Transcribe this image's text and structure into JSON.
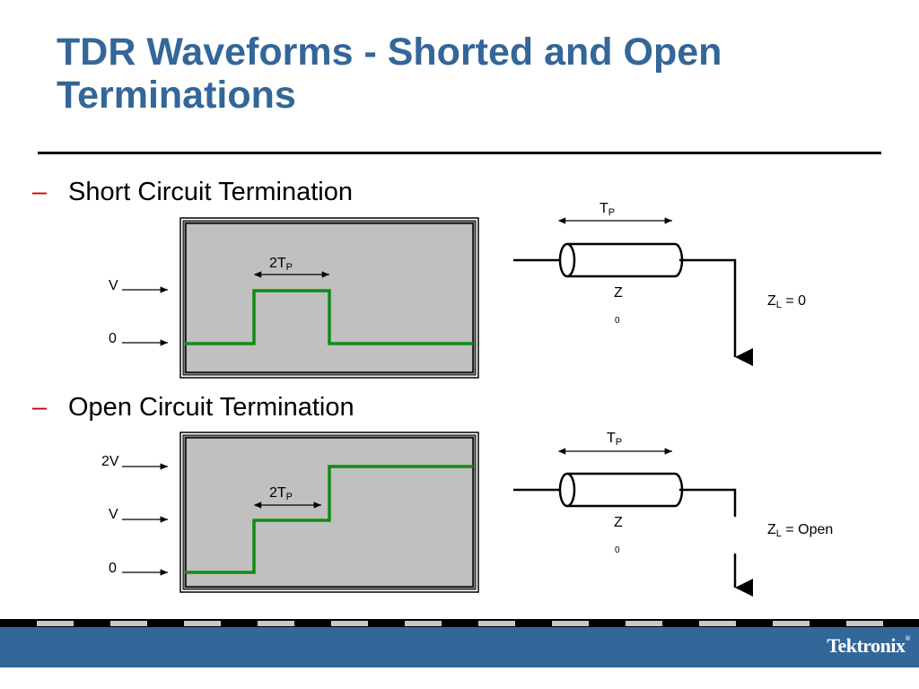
{
  "slide": {
    "title": "TDR Waveforms - Shorted and Open Terminations"
  },
  "short_section": {
    "bullet_dash": "–",
    "bullet_text": "Short Circuit Termination",
    "scope": {
      "level_labels": [
        "V",
        "0"
      ],
      "interval_main": "2T",
      "interval_sub": "P"
    },
    "line": {
      "delay_main": "T",
      "delay_sub": "P",
      "impedance_main": "Z",
      "impedance_sub": "0",
      "load_main": "Z",
      "load_sub": "L",
      "load_value": " = 0"
    }
  },
  "open_section": {
    "bullet_dash": "–",
    "bullet_text": "Open Circuit Termination",
    "scope": {
      "level_labels": [
        "2V",
        "V",
        "0"
      ],
      "interval_main": "2T",
      "interval_sub": "P"
    },
    "line": {
      "delay_main": "T",
      "delay_sub": "P",
      "impedance_main": "Z",
      "impedance_sub": "0",
      "load_main": "Z",
      "load_sub": "L",
      "load_value": " = Open"
    }
  },
  "footer": {
    "logo_text": "Tektronix",
    "logo_mark": "®"
  },
  "colors": {
    "title": "#336699",
    "bullet_dash": "#cc0000",
    "trace": "#138a13",
    "screen": "#c0c0c0",
    "footer_band": "#336699"
  }
}
